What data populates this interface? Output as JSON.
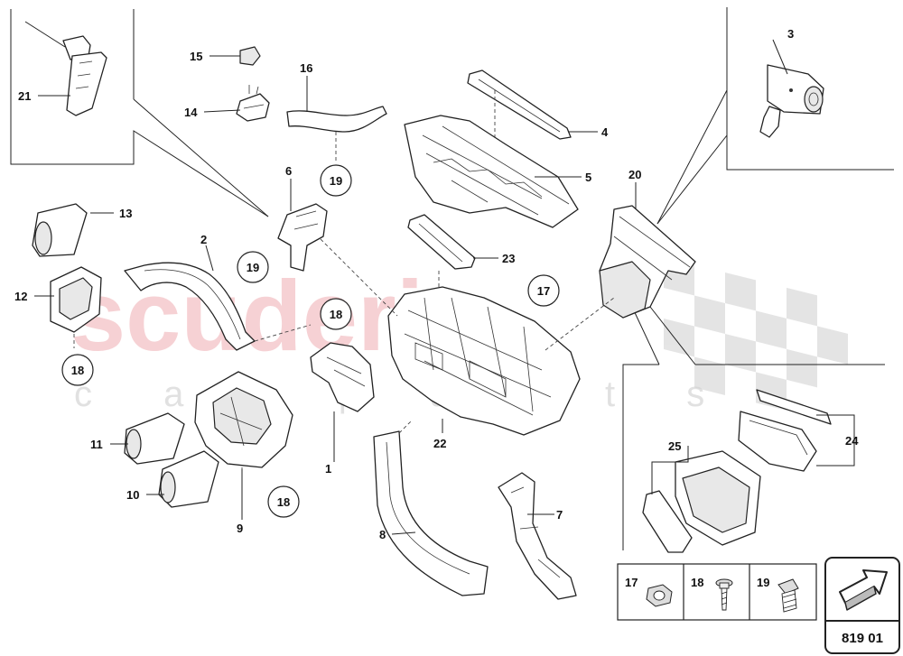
{
  "watermark": {
    "brand": "scuderia",
    "tagline": "c a r   p a r t s"
  },
  "callouts": [
    {
      "id": "c1",
      "text": "1"
    },
    {
      "id": "c2",
      "text": "2"
    },
    {
      "id": "c3",
      "text": "3"
    },
    {
      "id": "c4",
      "text": "4"
    },
    {
      "id": "c5",
      "text": "5"
    },
    {
      "id": "c6",
      "text": "6"
    },
    {
      "id": "c7",
      "text": "7"
    },
    {
      "id": "c8",
      "text": "8"
    },
    {
      "id": "c9",
      "text": "9"
    },
    {
      "id": "c10",
      "text": "10"
    },
    {
      "id": "c11",
      "text": "11"
    },
    {
      "id": "c12",
      "text": "12"
    },
    {
      "id": "c13",
      "text": "13"
    },
    {
      "id": "c14",
      "text": "14"
    },
    {
      "id": "c15",
      "text": "15"
    },
    {
      "id": "c16",
      "text": "16"
    },
    {
      "id": "c20",
      "text": "20"
    },
    {
      "id": "c21",
      "text": "21"
    },
    {
      "id": "c22",
      "text": "22"
    },
    {
      "id": "c23",
      "text": "23"
    },
    {
      "id": "c24",
      "text": "24"
    },
    {
      "id": "c25",
      "text": "25"
    }
  ],
  "circled_refs": [
    {
      "id": "r19a",
      "text": "19"
    },
    {
      "id": "r19b",
      "text": "19"
    },
    {
      "id": "r18a",
      "text": "18"
    },
    {
      "id": "r18b",
      "text": "18"
    },
    {
      "id": "r18c",
      "text": "18"
    },
    {
      "id": "r17",
      "text": "17"
    }
  ],
  "fastener_legend": [
    {
      "number": "17",
      "icon": "nut-icon"
    },
    {
      "number": "18",
      "icon": "screw-icon"
    },
    {
      "number": "19",
      "icon": "clip-icon"
    }
  ],
  "page_box": {
    "icon": "next-page-arrow-icon",
    "page_number": "819 01"
  }
}
